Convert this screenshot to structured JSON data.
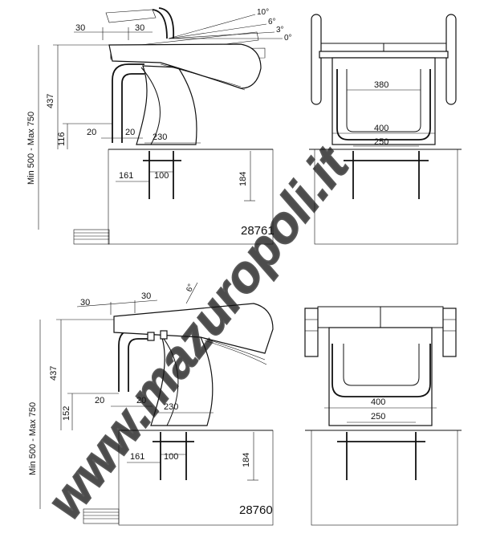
{
  "watermark": "www.mazuropoli.it",
  "colors": {
    "ink": "#111111",
    "soil": "#e9e9e9",
    "seat": "#d8d8d8"
  },
  "diagram_top": {
    "model_code": "28761",
    "height_range": "Min 500 - Max 750",
    "dims": {
      "top_left": "30",
      "top_right": "30",
      "height": "437",
      "lower_height": "116",
      "left_offset": "20",
      "mid_offset": "20",
      "span": "230",
      "anchor_left": "161",
      "anchor_spacing": "100",
      "depth": "184",
      "inner_width": "380",
      "width": "400",
      "anchor_width": "250"
    },
    "angles": [
      "10°",
      "6°",
      "3°",
      "0°"
    ]
  },
  "diagram_bottom": {
    "model_code": "28760",
    "height_range": "Min 500 - Max 750",
    "dims": {
      "top_left": "30",
      "top_right": "30",
      "height": "437",
      "lower_height": "152",
      "left_offset": "20",
      "mid_offset": "20",
      "span": "230",
      "anchor_left": "161",
      "anchor_spacing": "100",
      "depth": "184",
      "width": "400",
      "anchor_width": "250"
    },
    "angle": "6°"
  }
}
